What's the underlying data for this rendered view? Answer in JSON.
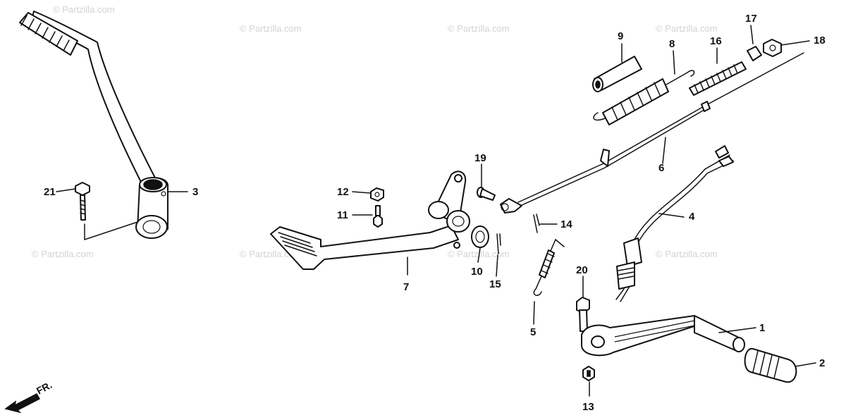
{
  "watermark": "© Partzilla.com",
  "direction_indicator": "FR.",
  "callouts": [
    {
      "id": "c1",
      "label": "1"
    },
    {
      "id": "c2",
      "label": "2"
    },
    {
      "id": "c3",
      "label": "3"
    },
    {
      "id": "c4",
      "label": "4"
    },
    {
      "id": "c5",
      "label": "5"
    },
    {
      "id": "c6",
      "label": "6"
    },
    {
      "id": "c7",
      "label": "7"
    },
    {
      "id": "c8",
      "label": "8"
    },
    {
      "id": "c9",
      "label": "9"
    },
    {
      "id": "c10",
      "label": "10"
    },
    {
      "id": "c11",
      "label": "11"
    },
    {
      "id": "c12",
      "label": "12"
    },
    {
      "id": "c13",
      "label": "13"
    },
    {
      "id": "c14",
      "label": "14"
    },
    {
      "id": "c15",
      "label": "15"
    },
    {
      "id": "c16",
      "label": "16"
    },
    {
      "id": "c17",
      "label": "17"
    },
    {
      "id": "c18",
      "label": "18"
    },
    {
      "id": "c19",
      "label": "19"
    },
    {
      "id": "c20",
      "label": "20"
    },
    {
      "id": "c21",
      "label": "21"
    }
  ]
}
